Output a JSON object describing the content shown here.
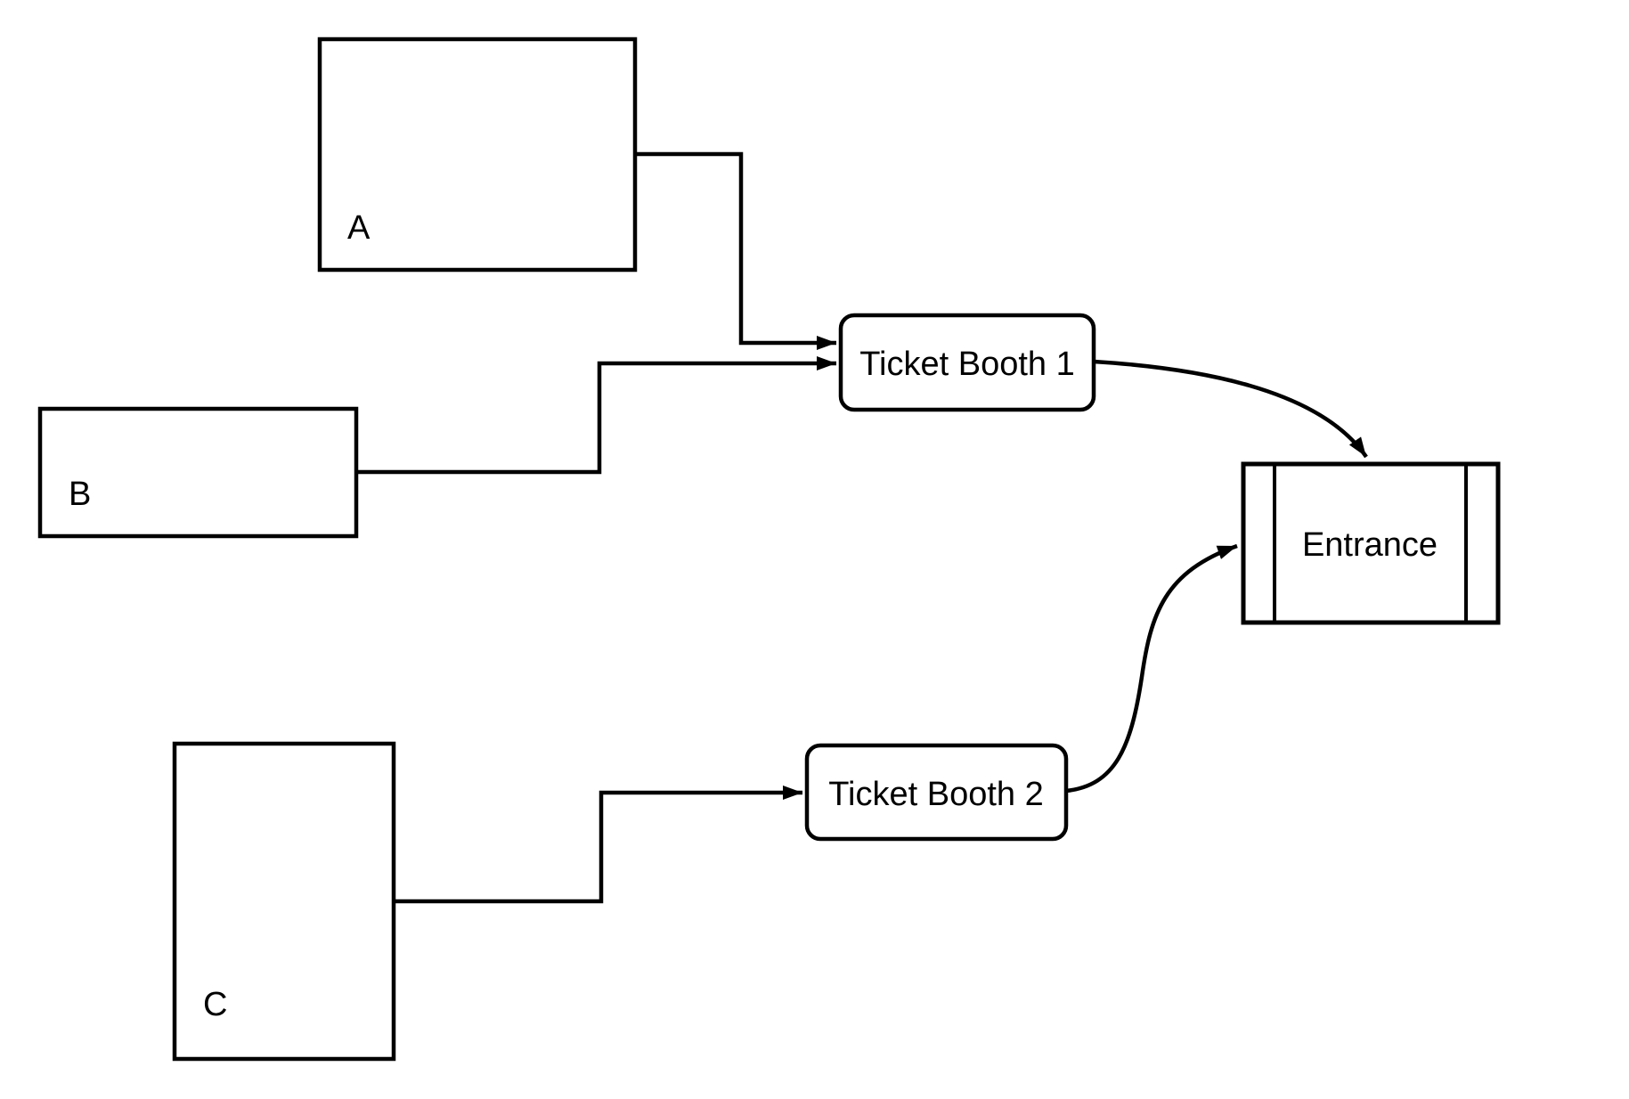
{
  "diagram": {
    "title": "",
    "colors": {
      "background": "#ffffff",
      "line": "#000000",
      "shape_fill": "#ffffff",
      "text": "#000000"
    },
    "nodes": {
      "a": {
        "label": "A",
        "shape": "rectangle"
      },
      "b": {
        "label": "B",
        "shape": "rectangle"
      },
      "c": {
        "label": "C",
        "shape": "rectangle"
      },
      "booth1": {
        "label": "Ticket Booth 1",
        "shape": "rounded-rectangle"
      },
      "booth2": {
        "label": "Ticket Booth 2",
        "shape": "rounded-rectangle"
      },
      "entrance": {
        "label": "Entrance",
        "shape": "side-bar-rectangle"
      }
    },
    "edges": [
      {
        "from": "A",
        "to": "Ticket Booth 1",
        "style": "elbow-arrow"
      },
      {
        "from": "B",
        "to": "Ticket Booth 1",
        "style": "elbow-arrow"
      },
      {
        "from": "C",
        "to": "Ticket Booth 2",
        "style": "elbow-arrow"
      },
      {
        "from": "Ticket Booth 1",
        "to": "Entrance",
        "style": "curved-arrow"
      },
      {
        "from": "Ticket Booth 2",
        "to": "Entrance",
        "style": "curved-arrow"
      }
    ]
  }
}
